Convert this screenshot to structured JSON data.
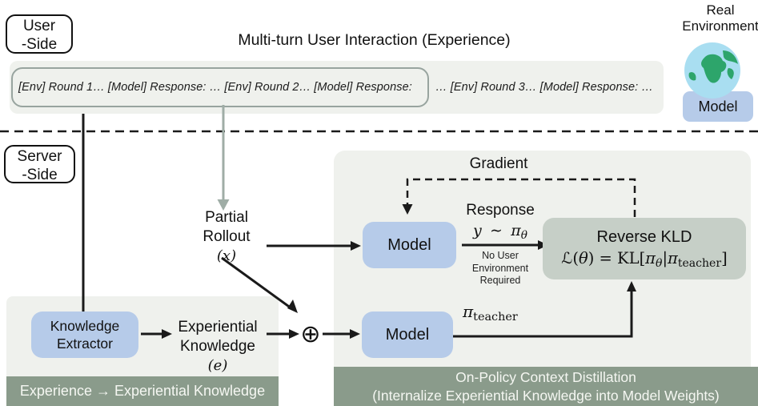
{
  "labels": {
    "user_side": [
      "User",
      "-Side"
    ],
    "server_side": [
      "Server",
      "-Side"
    ],
    "title": "Multi-turn User Interaction (Experience)",
    "real_env": [
      "Real",
      "Environment"
    ],
    "env_model": "Model",
    "experience_inside": "[Env] Round 1… [Model] Response: … [Env] Round 2… [Model] Response:",
    "experience_outside": "… [Env] Round 3… [Model] Response: …",
    "partial_rollout": [
      "Partial",
      "Rollout"
    ],
    "partial_rollout_var": "(x)",
    "knowledge_extractor": [
      "Knowledge",
      "Extractor"
    ],
    "experiential_knowledge": [
      "Experiential",
      "Knowledge"
    ],
    "experiential_knowledge_var": "(e)",
    "oplus": "⊕",
    "gradient": "Gradient",
    "model_policy": "Model",
    "model_teacher": "Model",
    "response": "Response",
    "no_user_note": [
      "No User",
      "Environment",
      "Required"
    ],
    "reverse_kld_title": "Reverse KLD",
    "footer_left": "Experience → Experiential Knowledge",
    "footer_right": [
      "On-Policy Context Distillation",
      "(Internalize Experiential Knowledge into Model Weights)"
    ]
  },
  "math": {
    "response_sample": [
      "y",
      "∼",
      "π",
      "θ"
    ],
    "kld": [
      "ℒ(",
      "θ",
      ") = KL[",
      "π",
      "θ",
      "|",
      "π",
      "teacher",
      "]"
    ],
    "pi_teacher": [
      "π",
      "teacher"
    ]
  },
  "colors": {
    "panel_bg": "#eff1ed",
    "box_blue": "#b6cbe9",
    "box_kld": "#c6cfc7",
    "footer_green": "#8a9b8b",
    "globe_water": "#a9def1",
    "globe_land": "#2da56b",
    "arrow_gray": "#9fada6",
    "line_black": "#1a1a1a",
    "inner_border": "#98a49f"
  }
}
